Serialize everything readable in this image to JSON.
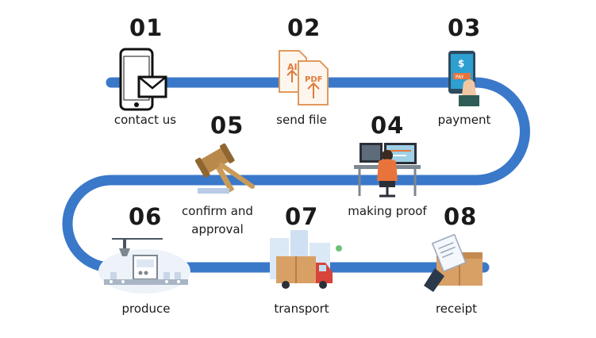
{
  "colors": {
    "path": "#3a78c9",
    "text": "#1a1a1a",
    "accent": "#e8743b"
  },
  "steps": [
    {
      "number": "01",
      "label": "contact us",
      "icon": "phone-with-envelope-icon"
    },
    {
      "number": "02",
      "label": "send file",
      "icon": "ai-pdf-files-icon"
    },
    {
      "number": "03",
      "label": "payment",
      "icon": "tablet-pay-icon"
    },
    {
      "number": "04",
      "label": "making proof",
      "icon": "designer-at-desk-icon"
    },
    {
      "number": "05",
      "label_line1": "confirm and",
      "label_line2": "approval",
      "icon": "gavel-icon"
    },
    {
      "number": "06",
      "label": "produce",
      "icon": "factory-production-line-icon"
    },
    {
      "number": "07",
      "label": "transport",
      "icon": "delivery-truck-icon"
    },
    {
      "number": "08",
      "label": "receipt",
      "icon": "package-receipt-icon"
    }
  ],
  "icon_text": {
    "ai": "AI",
    "pdf": "PDF",
    "pay": "PAY",
    "dollar": "$"
  }
}
